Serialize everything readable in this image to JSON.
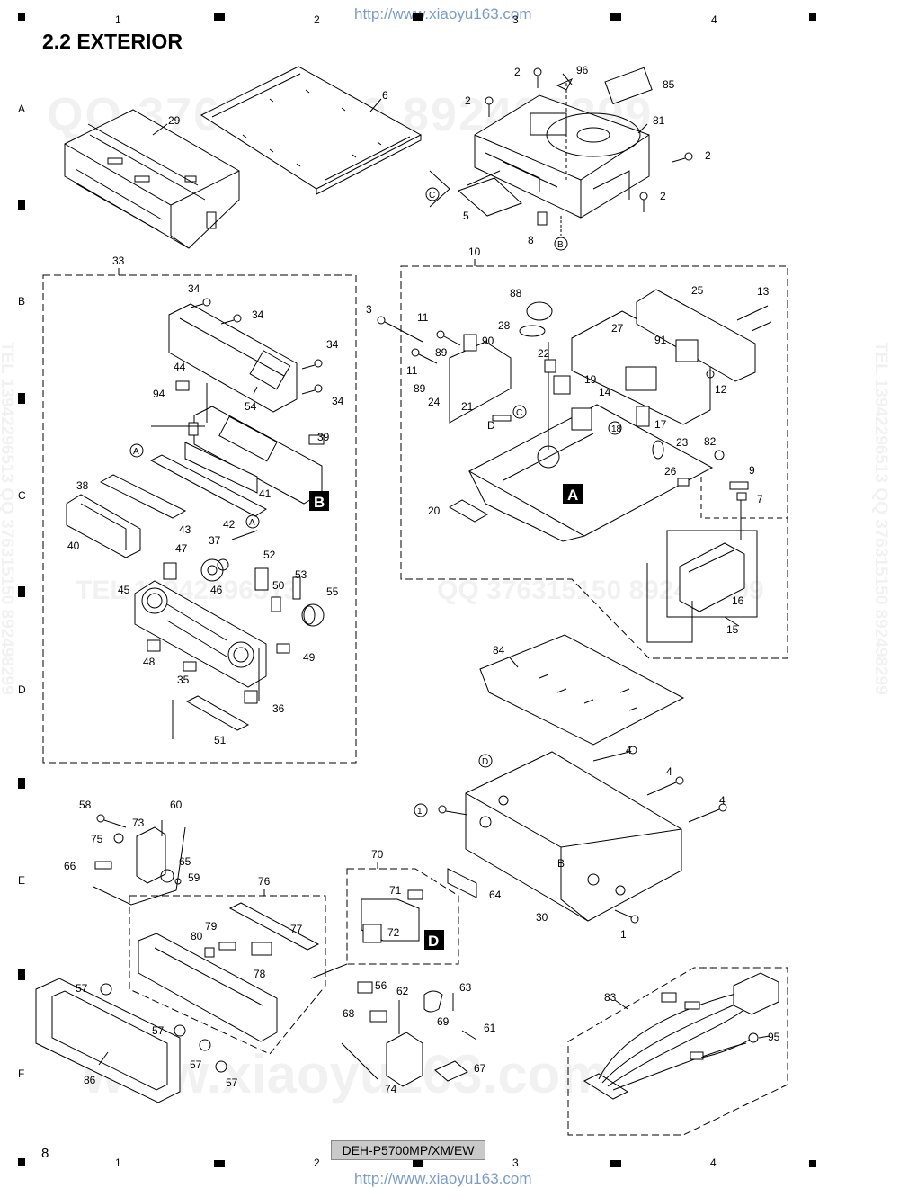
{
  "page": {
    "section_title": "2.2  EXTERIOR",
    "page_number": "8",
    "model": "DEH-P5700MP/XM/EW",
    "url": "http://www.xiaoyu163.com",
    "columns": [
      "1",
      "2",
      "3",
      "4"
    ],
    "rows": [
      "A",
      "B",
      "C",
      "D",
      "E",
      "F"
    ],
    "watermarks": {
      "qq": "QQ 376315150 892498299",
      "qq_short": "QQ 376315150 892498299",
      "tel": "TEL 13942296513",
      "www": "www.xiaoyu163.com",
      "side_right": "TEL 13942296513  QQ 376315150  892498299",
      "side_left": "TEL 13942296513  QQ 376315150  892498299"
    }
  },
  "groups": [
    {
      "label": "33"
    },
    {
      "label": "10"
    },
    {
      "label": "15"
    },
    {
      "label": "70"
    },
    {
      "label": "76"
    }
  ],
  "blocks": [
    "A",
    "B",
    "D"
  ],
  "refs": [
    "A",
    "B",
    "C",
    "D"
  ],
  "callouts": [
    "2",
    "96",
    "85",
    "81",
    "2",
    "2",
    "2",
    "29",
    "6",
    "5",
    "8",
    "C",
    "B",
    "34",
    "34",
    "34",
    "34",
    "44",
    "94",
    "54",
    "39",
    "A",
    "41",
    "38",
    "43",
    "40",
    "42",
    "A",
    "37",
    "47",
    "46",
    "52",
    "50",
    "53",
    "55",
    "45",
    "48",
    "49",
    "35",
    "36",
    "51",
    "3",
    "88",
    "25",
    "13",
    "11",
    "89",
    "90",
    "28",
    "27",
    "91",
    "11",
    "89",
    "22",
    "19",
    "12",
    "14",
    "24",
    "21",
    "D",
    "C",
    "18",
    "17",
    "23",
    "82",
    "26",
    "9",
    "20",
    "7",
    "16",
    "84",
    "4",
    "D",
    "4",
    "4",
    "1",
    "B",
    "64",
    "30",
    "1",
    "58",
    "60",
    "73",
    "75",
    "66",
    "65",
    "59",
    "71",
    "72",
    "77",
    "79",
    "80",
    "78",
    "57",
    "56",
    "63",
    "62",
    "68",
    "69",
    "61",
    "57",
    "57",
    "74",
    "67",
    "57",
    "86",
    "83",
    "95"
  ]
}
